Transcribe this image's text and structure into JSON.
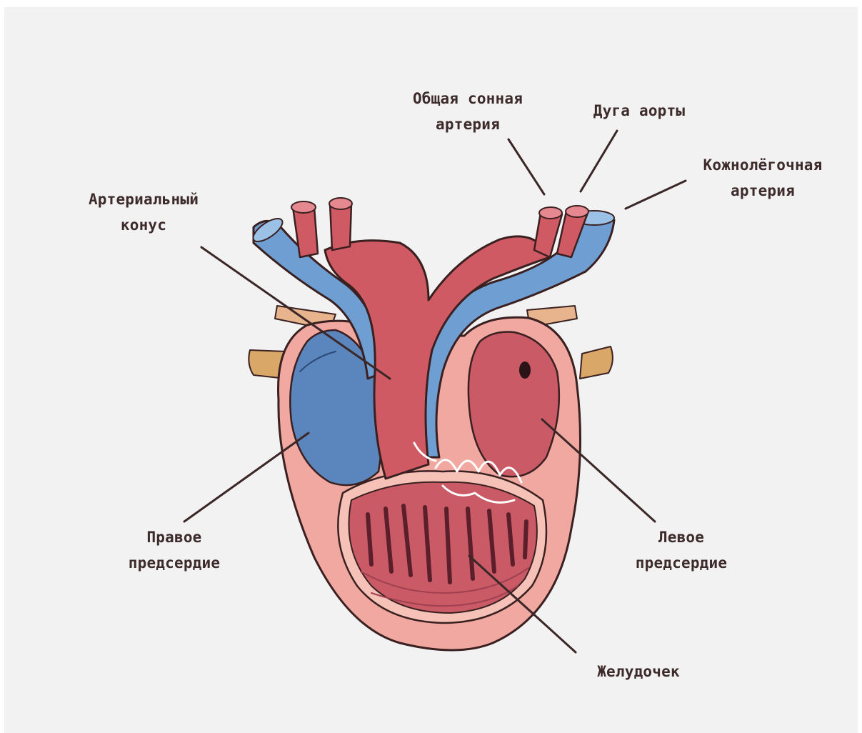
{
  "colors": {
    "background": "#f2f2f2",
    "artery_red": "#cf5a63",
    "vein_blue": "#6f9fd2",
    "atrium_blue": "#5b86bd",
    "outer_pink": "#f0a8a0",
    "leader_line": "#3b2727",
    "label_text": "#3d2a2a"
  },
  "labels": {
    "common_carotid": {
      "line1": "Общая сонная",
      "line2": "артерия"
    },
    "aortic_arch": {
      "line1": "Дуга аорты"
    },
    "pulmocutaneous": {
      "line1": "Кожнолёгочная",
      "line2": "артерия"
    },
    "conus_arteriosus": {
      "line1": "Артериальный",
      "line2": "конус"
    },
    "right_atrium": {
      "line1": "Правое",
      "line2": "предсердие"
    },
    "left_atrium": {
      "line1": "Левое",
      "line2": "предсердие"
    },
    "ventricle": {
      "line1": "Желудочек"
    }
  }
}
